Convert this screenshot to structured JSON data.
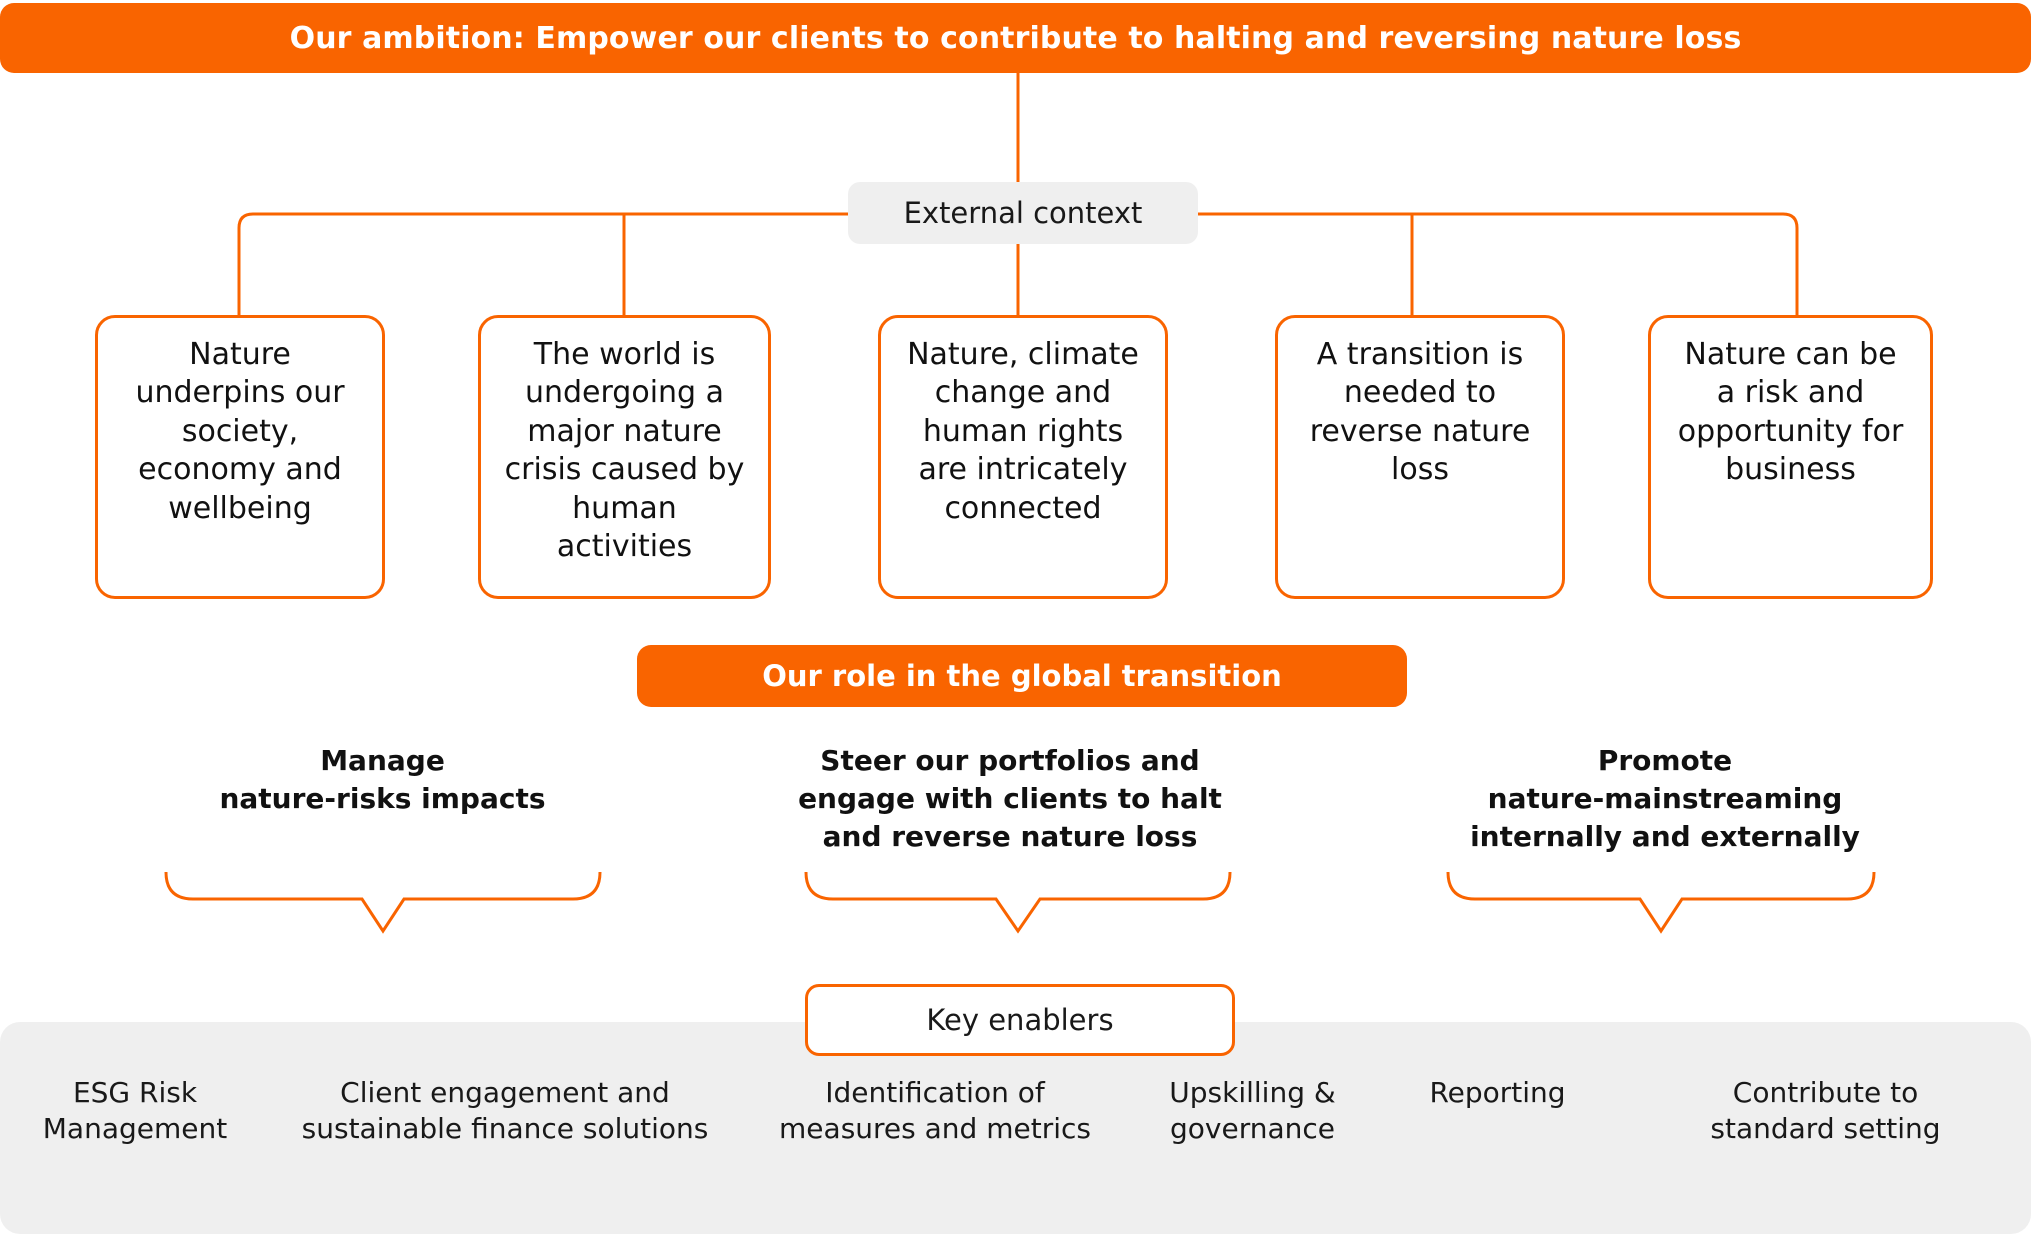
{
  "ambition": {
    "text": "Our ambition: Empower our clients to contribute to halting and reversing nature loss"
  },
  "external_context": {
    "label": "External context"
  },
  "context_boxes": [
    {
      "text": "Nature\nunderpins our\nsociety,\neconomy and\nwellbeing"
    },
    {
      "text": "The world is\nundergoing a\nmajor nature\ncrisis caused by\nhuman\nactivities"
    },
    {
      "text": "Nature, climate\nchange and\nhuman rights\nare intricately\nconnected"
    },
    {
      "text": "A transition is\nneeded to\nreverse nature\nloss"
    },
    {
      "text": "Nature can be\na risk and\nopportunity for\nbusiness"
    }
  ],
  "role_banner": {
    "label": "Our role in the global transition"
  },
  "role_columns": [
    {
      "text": "Manage\nnature-risks  impacts"
    },
    {
      "text": "Steer our portfolios and\nengage with clients to halt\nand reverse nature loss"
    },
    {
      "text": "Promote\nnature-mainstreaming\ninternally and externally"
    }
  ],
  "key_enablers": {
    "label": "Key enablers"
  },
  "enablers": [
    {
      "text": "ESG Risk\nManagement"
    },
    {
      "text": "Client engagement and\nsustainable finance solutions"
    },
    {
      "text": "Identification of\nmeasures and metrics"
    },
    {
      "text": "Upskilling &\ngovernance"
    },
    {
      "text": "Reporting"
    },
    {
      "text": "Contribute to\nstandard setting"
    }
  ],
  "colors": {
    "brand_orange": "#f96400",
    "light_gray": "#efefef",
    "text_dark": "#191919",
    "white": "#ffffff"
  }
}
